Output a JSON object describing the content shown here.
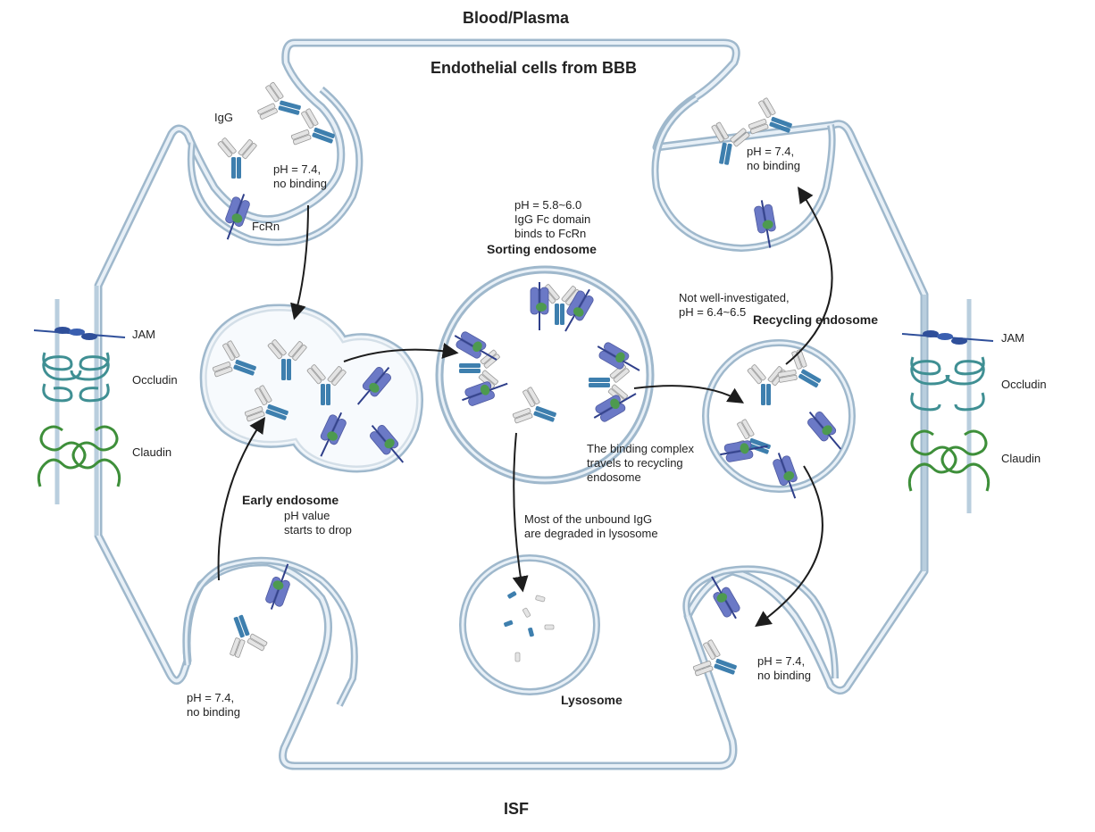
{
  "titles": {
    "top": "Blood/Plasma",
    "cell": "Endothelial cells from BBB",
    "bottom": "ISF"
  },
  "junctions": {
    "left": {
      "jam": "JAM",
      "occludin": "Occludin",
      "claudin": "Claudin"
    },
    "right": {
      "jam": "JAM",
      "occludin": "Occludin",
      "claudin": "Claudin"
    }
  },
  "vesicle_top_left": {
    "igg": "IgG",
    "ph": "pH = 7.4,\nno binding",
    "fcrn": "FcRn"
  },
  "vesicle_top_right": {
    "ph": "pH = 7.4,\nno binding"
  },
  "vesicle_bottom_left": {
    "ph": "pH = 7.4,\nno binding"
  },
  "vesicle_bottom_right": {
    "ph": "pH = 7.4,\nno binding"
  },
  "early_endosome": {
    "title": "Early endosome",
    "note": "pH value\nstarts to drop"
  },
  "sorting_endosome": {
    "note": "pH = 5.8~6.0\nIgG Fc domain\nbinds to FcRn",
    "title": "Sorting endosome"
  },
  "recycling_endosome": {
    "note": "Not well-investigated,\npH = 6.4~6.5",
    "title": "Recycling endosome",
    "travel_note": "The binding complex\ntravels to recycling\nendosome"
  },
  "lysosome": {
    "note": "Most of the unbound IgG\nare degraded in lysosome",
    "title": "Lysosome"
  },
  "colors": {
    "membrane_fill": "#cdddeb",
    "membrane_stroke": "#9fb8cc",
    "igg_blue": "#3e7fae",
    "igg_grey": "#e4e4e4",
    "fcrn_purple": "#6b79c6",
    "fc_green": "#4d9a4f",
    "occludin": "#3f8f93",
    "claudin": "#3e8f3a",
    "jam": "#2f4f9a",
    "arrow": "#1d1d1d"
  }
}
